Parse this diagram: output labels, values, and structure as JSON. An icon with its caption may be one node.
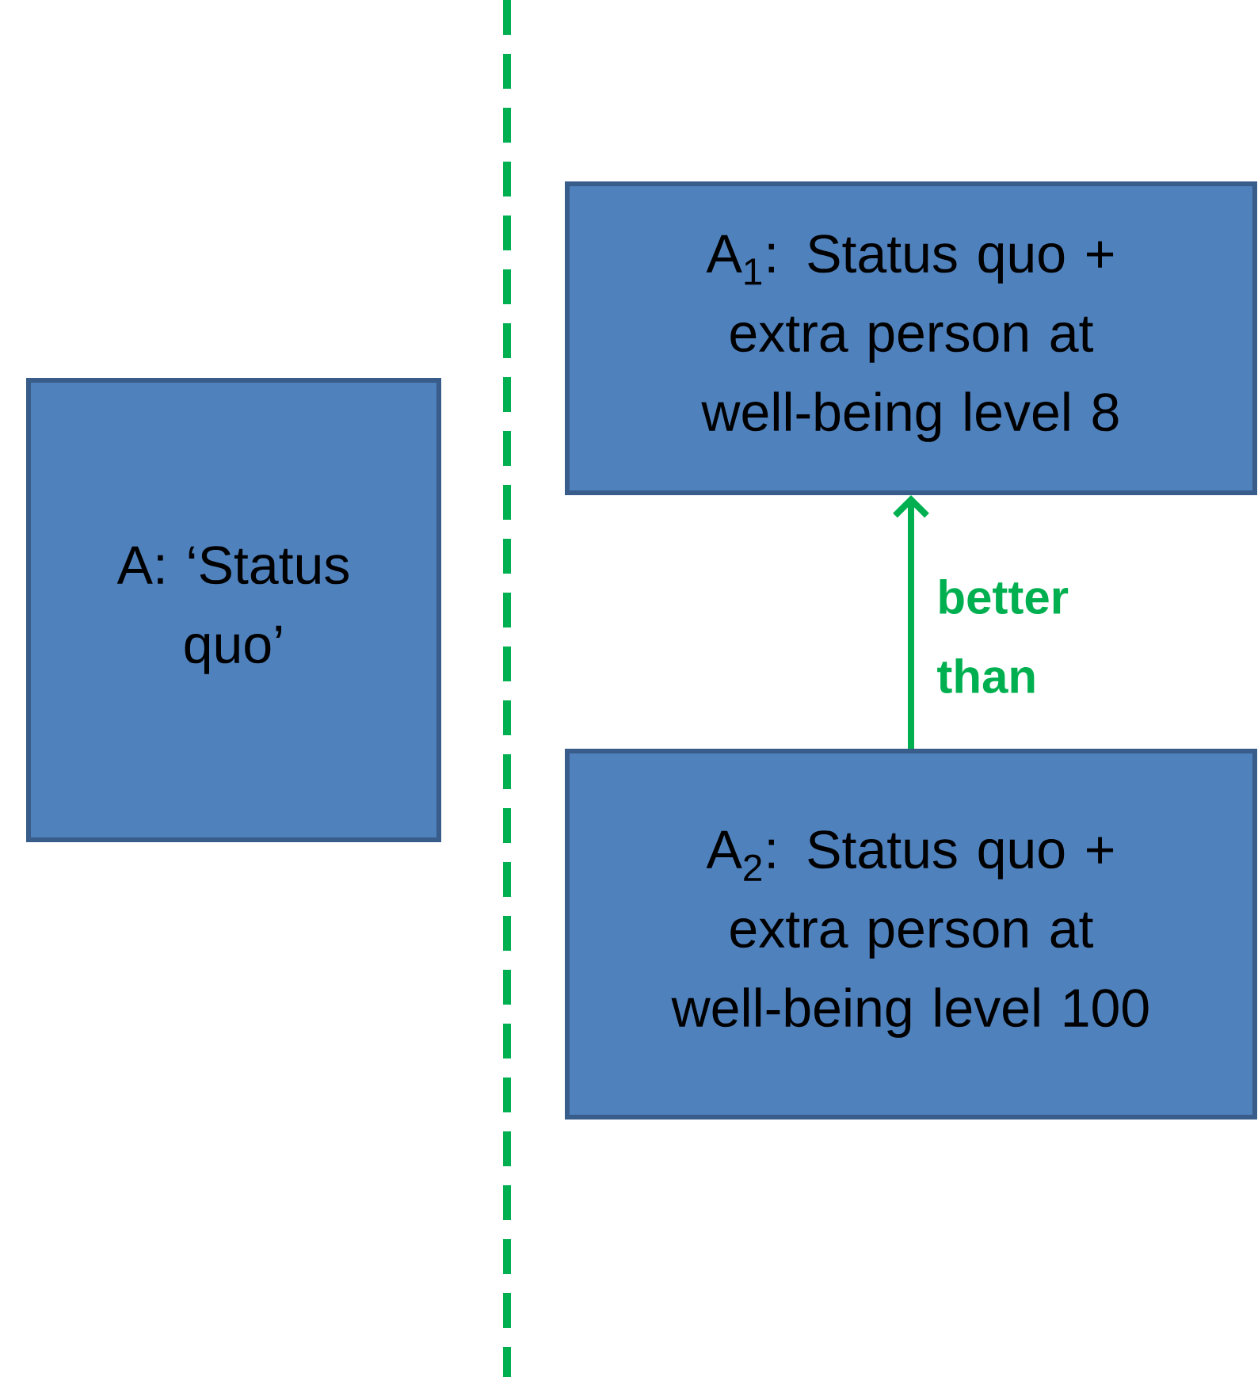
{
  "diagram": {
    "nodes": [
      {
        "text": [
          "A: ‘Status quo’"
        ]
      },
      {
        "text": [
          "A$_{1}$: Status quo + extra person at well-being level 8"
        ]
      },
      {
        "text": [
          "A$_{2}$: Status quo + extra person at well-being level 100"
        ]
      }
    ],
    "edges": [
      {
        "from": 2,
        "to": 1,
        "arrow": "to",
        "label": "better than",
        "color": "#00b050"
      }
    ]
  }
}
